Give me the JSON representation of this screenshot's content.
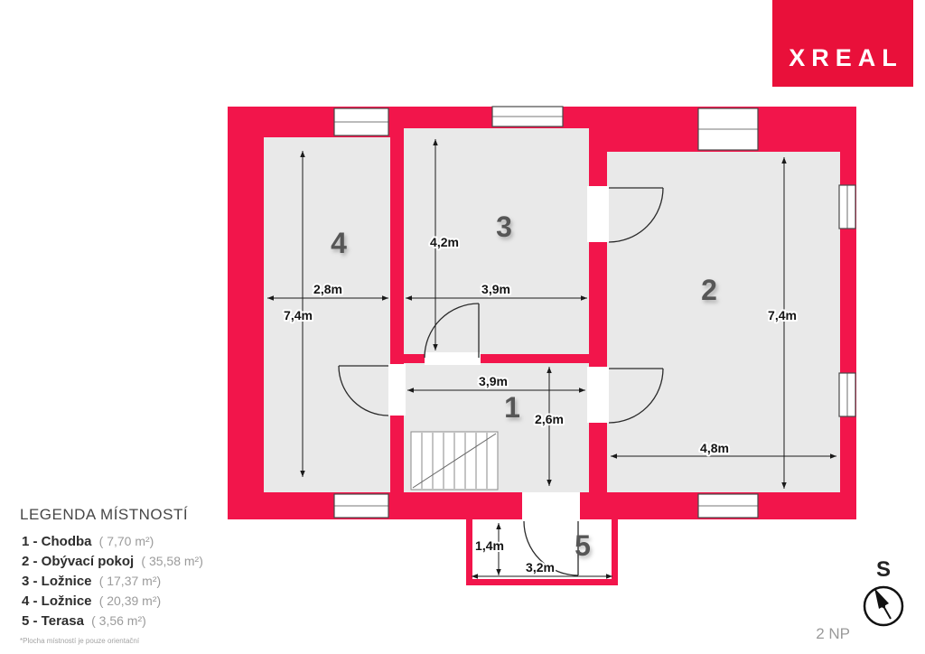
{
  "logo": {
    "text": "XREAL"
  },
  "colors": {
    "wall": "#f2154b",
    "room_fill": "#e9e9e9",
    "logo_bg": "#e9103a"
  },
  "floor_plan": {
    "floor_label": "2 NP",
    "compass_label": "S",
    "room_numbers": {
      "hall": "1",
      "living": "2",
      "bedroom3": "3",
      "bedroom4": "4",
      "terrace": "5"
    },
    "dimensions": {
      "room4_width": "2,8m",
      "room4_height": "7,4m",
      "room3_height": "4,2m",
      "room3_width": "3,9m",
      "room2_height": "7,4m",
      "room2_width": "4,8m",
      "hall_width": "3,9m",
      "hall_height": "2,6m",
      "terrace_height": "1,4m",
      "terrace_width": "3,2m"
    }
  },
  "legend": {
    "title": "LEGENDA MÍSTNOSTÍ",
    "items": [
      {
        "label": "1 - Chodba",
        "area": "( 7,70 m²)"
      },
      {
        "label": "2 - Obývací pokoj",
        "area": "( 35,58 m²)"
      },
      {
        "label": "3 - Ložnice",
        "area": "( 17,37 m²)"
      },
      {
        "label": "4 - Ložnice",
        "area": "( 20,39 m²)"
      },
      {
        "label": "5 - Terasa",
        "area": "( 3,56 m²)"
      }
    ],
    "footnote": "*Plocha místností je pouze orientační"
  }
}
